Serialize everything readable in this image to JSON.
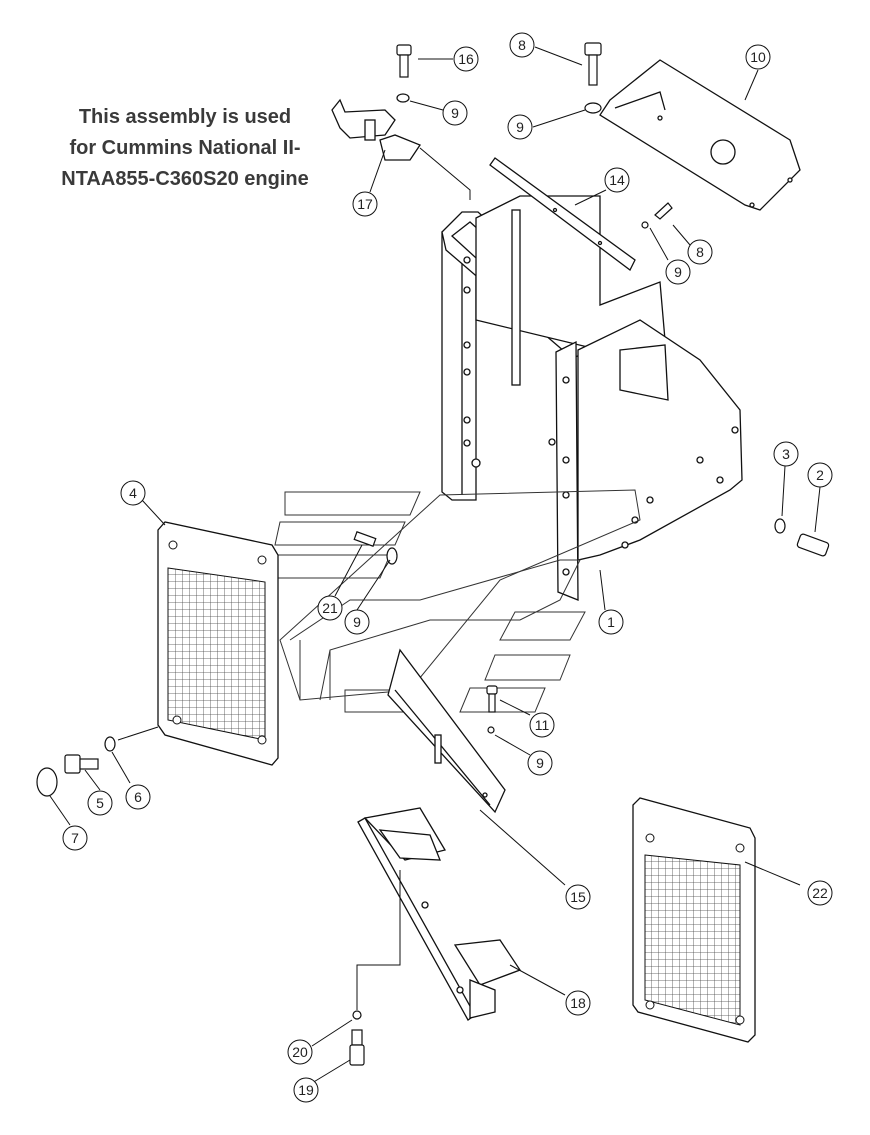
{
  "note": {
    "line1": "This assembly is used",
    "line2": "for Cummins National II-",
    "line3": "NTAA855-C360S20 engine"
  },
  "callouts": {
    "c1": "1",
    "c2": "2",
    "c3": "3",
    "c4": "4",
    "c5": "5",
    "c6": "6",
    "c7": "7",
    "c8a": "8",
    "c8b": "8",
    "c9a": "9",
    "c9b": "9",
    "c9c": "9",
    "c9d": "9",
    "c9e": "9",
    "c10": "10",
    "c11": "11",
    "c14": "14",
    "c15": "15",
    "c16": "16",
    "c17": "17",
    "c18": "18",
    "c19": "19",
    "c20": "20",
    "c21": "21",
    "c22": "22"
  }
}
